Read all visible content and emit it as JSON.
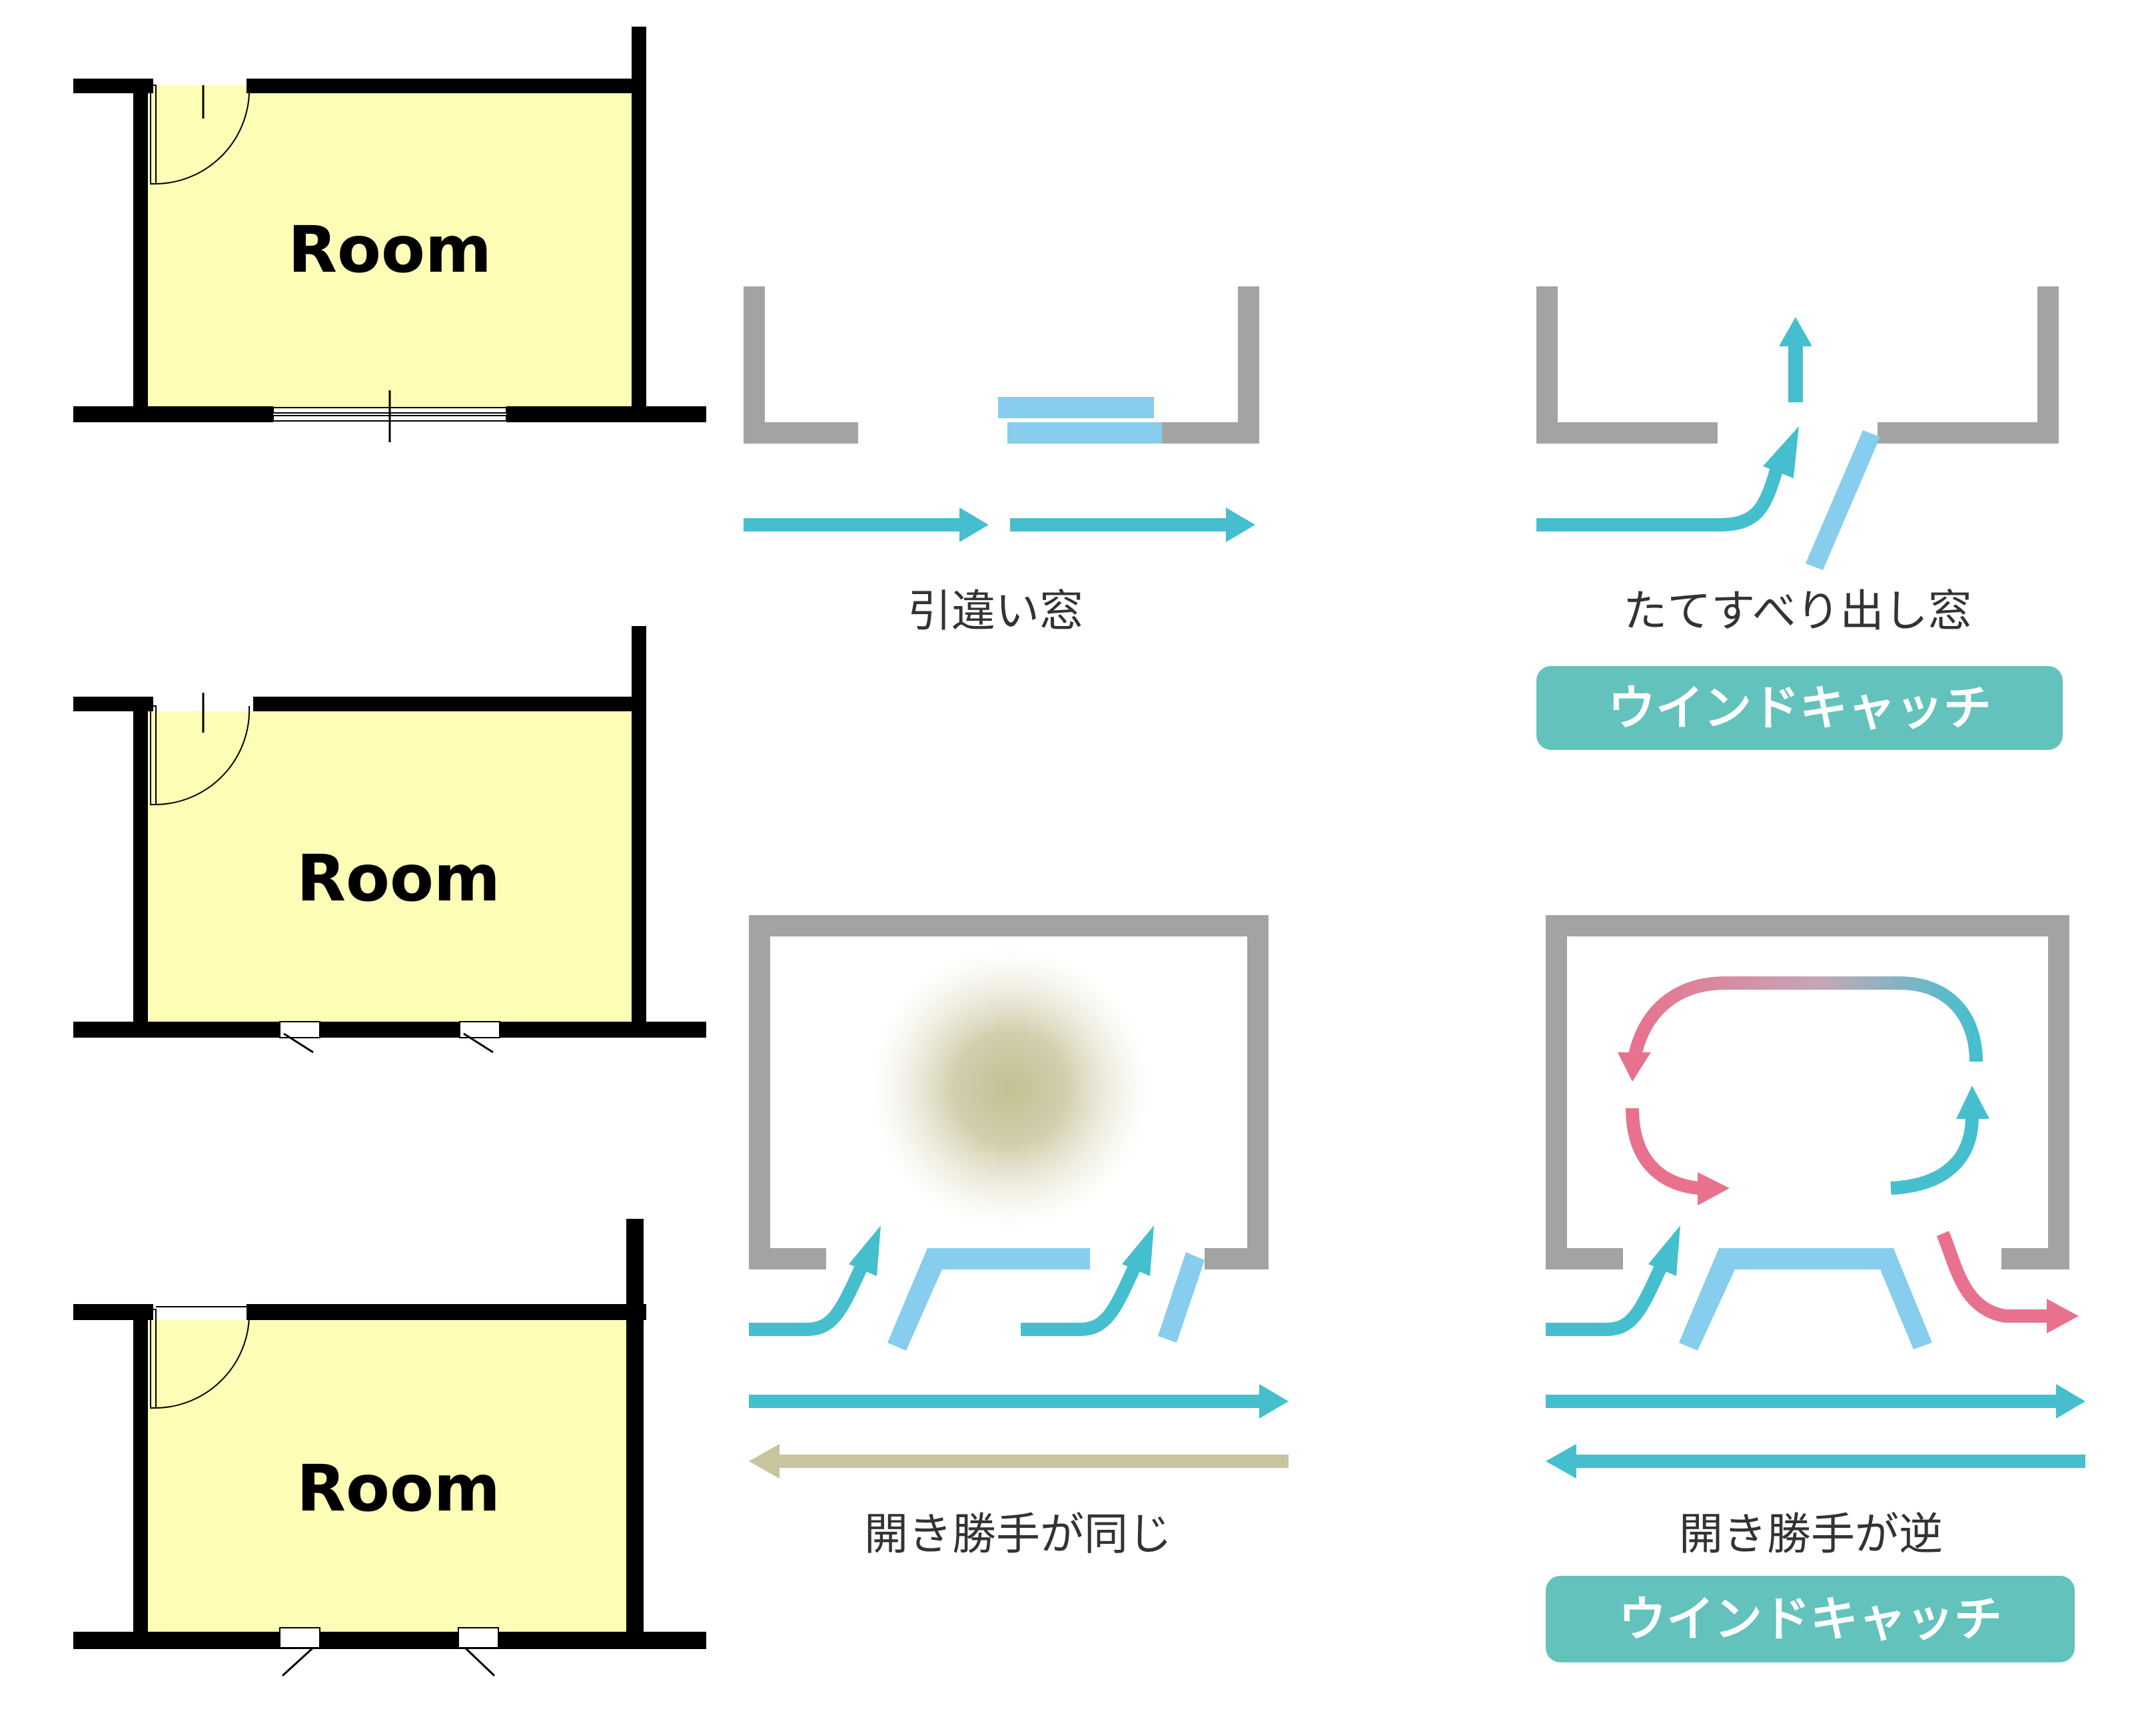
{
  "rooms": [
    {
      "label": "Room"
    },
    {
      "label": "Room"
    },
    {
      "label": "Room"
    }
  ],
  "captions": {
    "sliding_window": "引違い窓",
    "vertical_slide_window": "たてすべり出し窓",
    "same_opening": "開き勝手が同じ",
    "opposite_opening": "開き勝手が逆"
  },
  "badges": {
    "top": "ウインドキャッチ",
    "bottom": "ウインドキャッチ"
  },
  "colors": {
    "room_fill": "#FDFDB5",
    "wall": "#000000",
    "gray_wall": "#A3A3A3",
    "window_blue": "#86CDEE",
    "airflow_cyan": "#45BFCE",
    "airflow_pink": "#E8728E",
    "stagnant_khaki": "#C7C49E",
    "badge_teal": "#63C3BC"
  }
}
